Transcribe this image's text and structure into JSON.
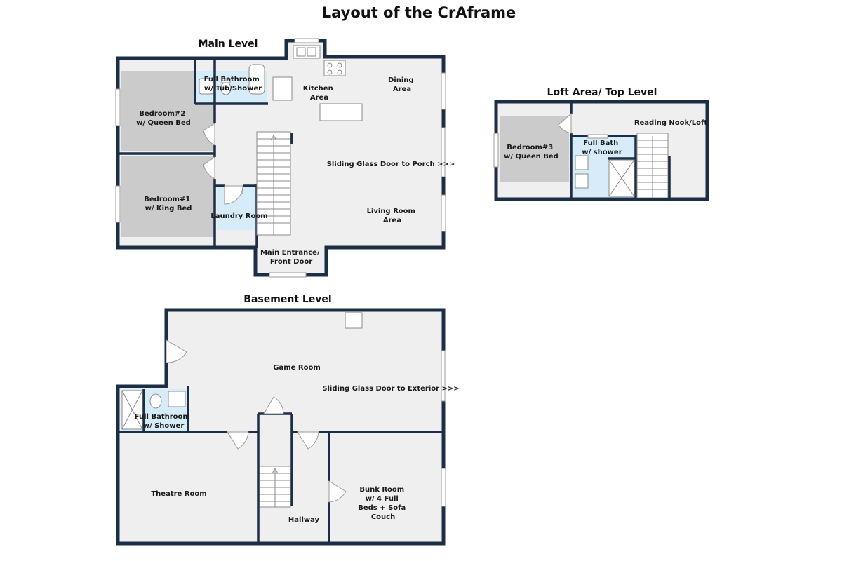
{
  "title": "Layout of the CrAframe",
  "levels": {
    "main": {
      "heading": "Main Level",
      "rooms": {
        "full_bathroom": [
          "Full Bathroom",
          "w/ Tub/Shower"
        ],
        "kitchen": [
          "Kitchen",
          "Area"
        ],
        "dining": [
          "Dining",
          "Area"
        ],
        "bedroom2": [
          "Bedroom#2",
          "w/ Queen Bed"
        ],
        "sliding_door": "Sliding Glass Door to Porch >>>",
        "bedroom1": [
          "Bedroom#1",
          "w/ King Bed"
        ],
        "laundry": "Laundry Room",
        "living": [
          "Living Room",
          "Area"
        ],
        "entrance": [
          "Main Entrance/",
          "Front Door"
        ]
      }
    },
    "loft": {
      "heading": "Loft Area/ Top Level",
      "rooms": {
        "reading_nook": "Reading Nook/Loft",
        "full_bath": [
          "Full Bath",
          "w/ shower"
        ],
        "bedroom3": [
          "Bedroom#3",
          "w/ Queen Bed"
        ]
      }
    },
    "basement": {
      "heading": "Basement Level",
      "rooms": {
        "game_room": "Game Room",
        "sliding_door": "Sliding Glass Door to Exterior >>>",
        "full_bathroom": [
          "Full Bathroom",
          "w/ Shower"
        ],
        "theatre": "Theatre Room",
        "bunk_room": [
          "Bunk Room",
          "w/ 4 Full",
          "Beds + Sofa",
          "Couch"
        ],
        "hallway": "Hallway"
      }
    }
  }
}
